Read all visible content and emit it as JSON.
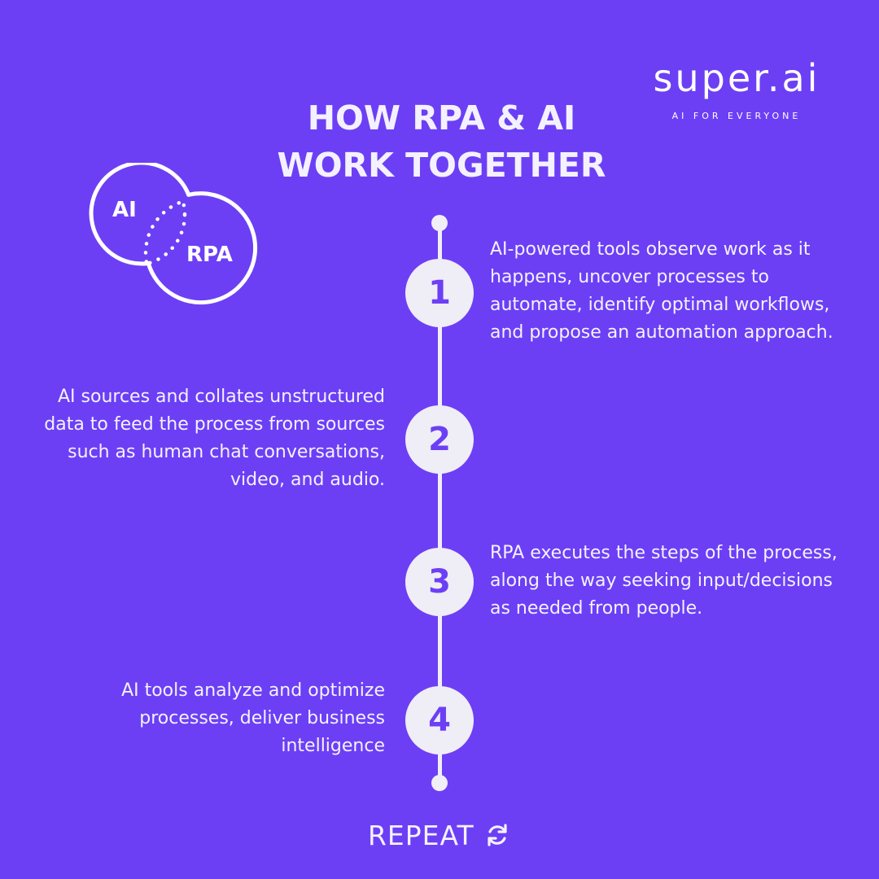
{
  "logo": {
    "wordmark": "super.ai",
    "tagline": "AI FOR EVERYONE"
  },
  "title": {
    "line1": "HOW RPA & AI",
    "line2": "WORK TOGETHER"
  },
  "venn": {
    "label_a": "AI",
    "label_b": "RPA"
  },
  "steps": [
    {
      "number": "1",
      "text": "AI-powered tools observe work as it happens, uncover processes to automate, identify optimal workflows, and propose an automation approach."
    },
    {
      "number": "2",
      "text": "AI sources and collates unstructured data to feed the process from sources such as human chat conversations, video, and audio."
    },
    {
      "number": "3",
      "text": "RPA executes the steps of the process, along the way seeking input/decisions as needed from people."
    },
    {
      "number": "4",
      "text": "AI tools analyze and optimize processes, deliver business intelligence"
    }
  ],
  "repeat": {
    "label": "REPEAT",
    "icon": "refresh-icon"
  },
  "colors": {
    "background": "#6c3ff5",
    "circle_fill": "#efedf6",
    "text": "#f4f1ff"
  }
}
